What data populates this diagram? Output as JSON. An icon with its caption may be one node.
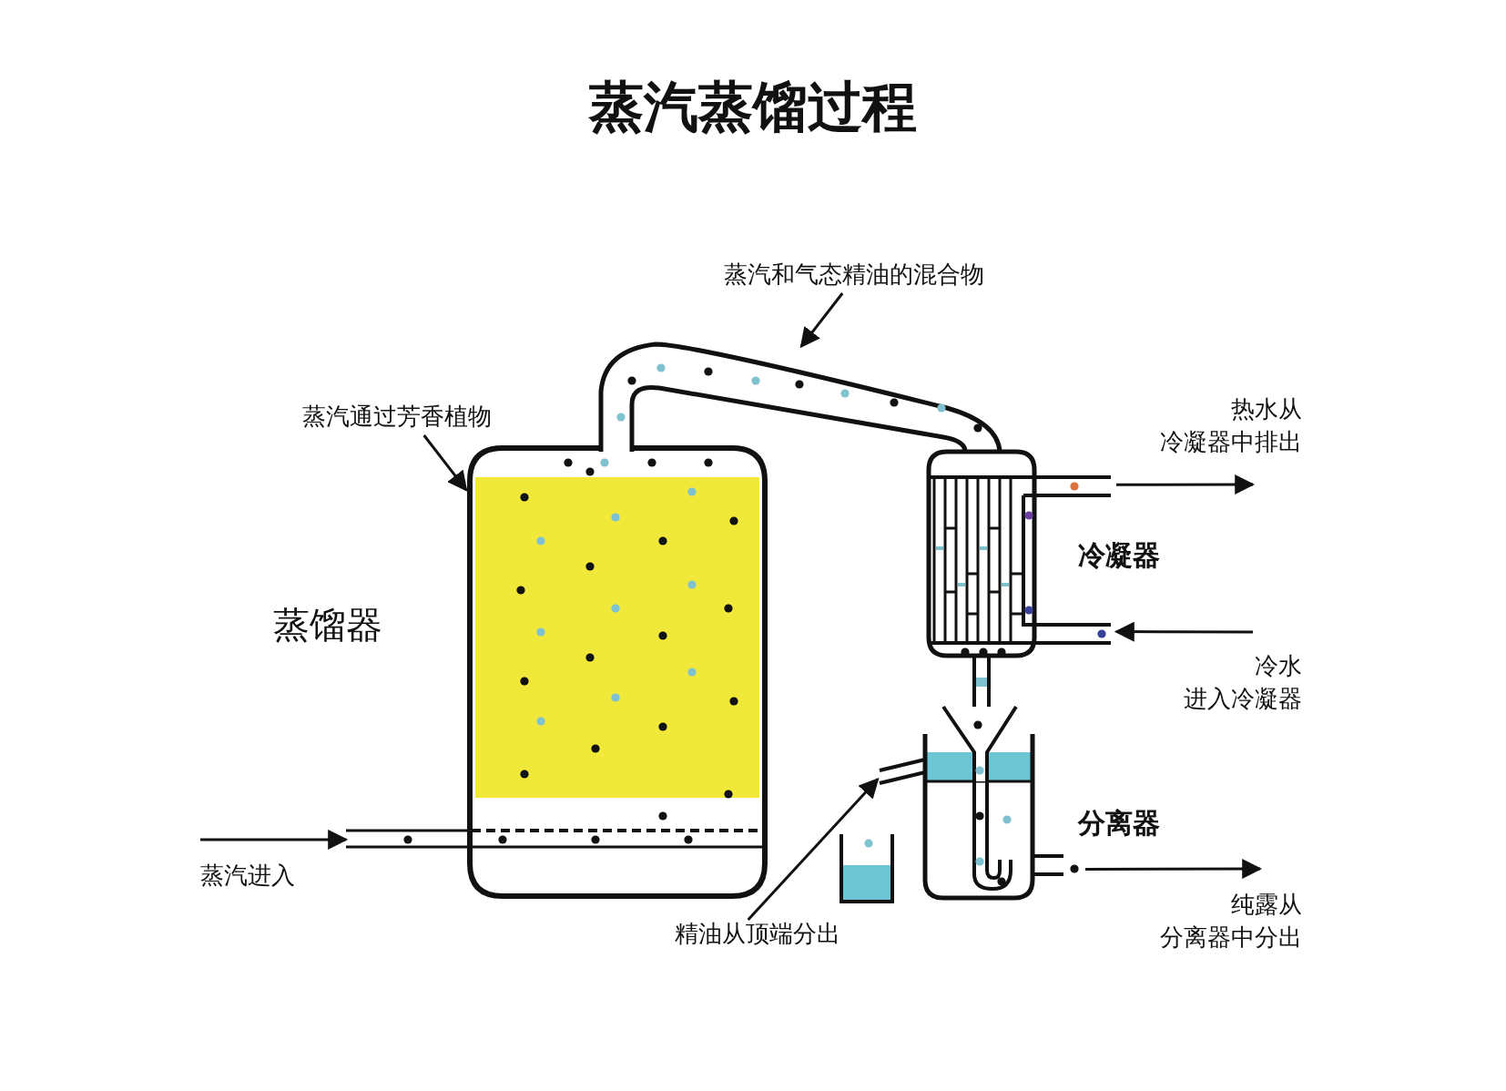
{
  "diagram": {
    "title": "蒸汽蒸馏过程",
    "nodes": [
      {
        "text": [],
        "shape": "picture",
        "beside": [
          "蒸馏器"
        ]
      },
      {
        "text": [],
        "shape": "pipe"
      },
      {
        "text": [],
        "shape": "pipe"
      },
      {
        "text": [],
        "shape": "picture",
        "beside": [
          "冷凝器"
        ]
      },
      {
        "text": [],
        "shape": "picture",
        "beside": [
          "分离器"
        ]
      },
      {
        "text": [],
        "shape": "beaker"
      },
      {
        "text": [
          "蒸汽通过芳香植物"
        ]
      },
      {
        "text": [
          "蒸汽和气态精油的混合物"
        ]
      },
      {
        "text": [
          "精油从顶端分出"
        ]
      }
    ],
    "edges": [
      {
        "from": null,
        "to": 1,
        "arrow": "to",
        "label": "蒸汽进入"
      },
      {
        "from": 6,
        "to": 0,
        "arrow": "to"
      },
      {
        "from": 7,
        "to": 2,
        "arrow": "to"
      },
      {
        "from": 3,
        "to": null,
        "arrow": "to",
        "label": "热水从冷凝器中排出"
      },
      {
        "from": null,
        "to": 3,
        "arrow": "to",
        "label": "冷水进入冷凝器"
      },
      {
        "from": 4,
        "to": null,
        "arrow": "to",
        "label": "纯露从分离器中分出"
      },
      {
        "from": 8,
        "to": 4,
        "arrow": "to"
      }
    ]
  }
}
